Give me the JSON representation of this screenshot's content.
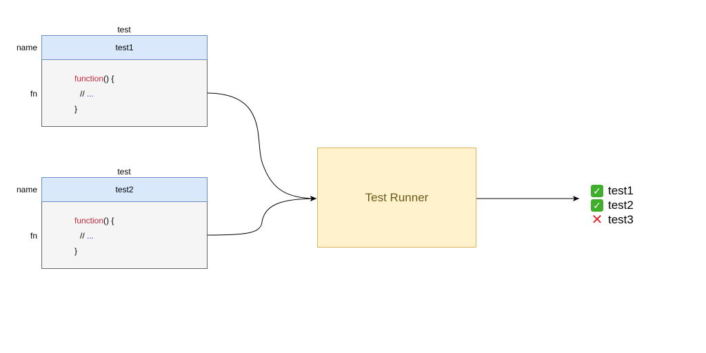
{
  "tests": [
    {
      "title": "test",
      "name_label": "name",
      "name_value": "test1",
      "fn_label": "fn",
      "code_keyword": "function",
      "code_open": "() {",
      "code_comment": "// ",
      "code_ellipsis": "...",
      "code_close": "}"
    },
    {
      "title": "test",
      "name_label": "name",
      "name_value": "test2",
      "fn_label": "fn",
      "code_keyword": "function",
      "code_open": "() {",
      "code_comment": "// ",
      "code_ellipsis": "...",
      "code_close": "}"
    }
  ],
  "runner": {
    "label": "Test Runner"
  },
  "results": [
    {
      "label": "test1",
      "status": "pass",
      "icon": "check-mark-icon"
    },
    {
      "label": "test2",
      "status": "pass",
      "icon": "check-mark-icon"
    },
    {
      "label": "test3",
      "status": "fail",
      "icon": "cross-mark-icon"
    }
  ],
  "colors": {
    "name_fill": "#dae8fc",
    "name_stroke": "#6c8ebf",
    "fn_fill": "#f5f5f5",
    "runner_fill": "#fff2cc",
    "runner_stroke": "#d6b656",
    "keyword": "#c5283d",
    "ellipsis": "#2f4bd1",
    "pass": "#3fae2a",
    "fail": "#e0242c"
  }
}
